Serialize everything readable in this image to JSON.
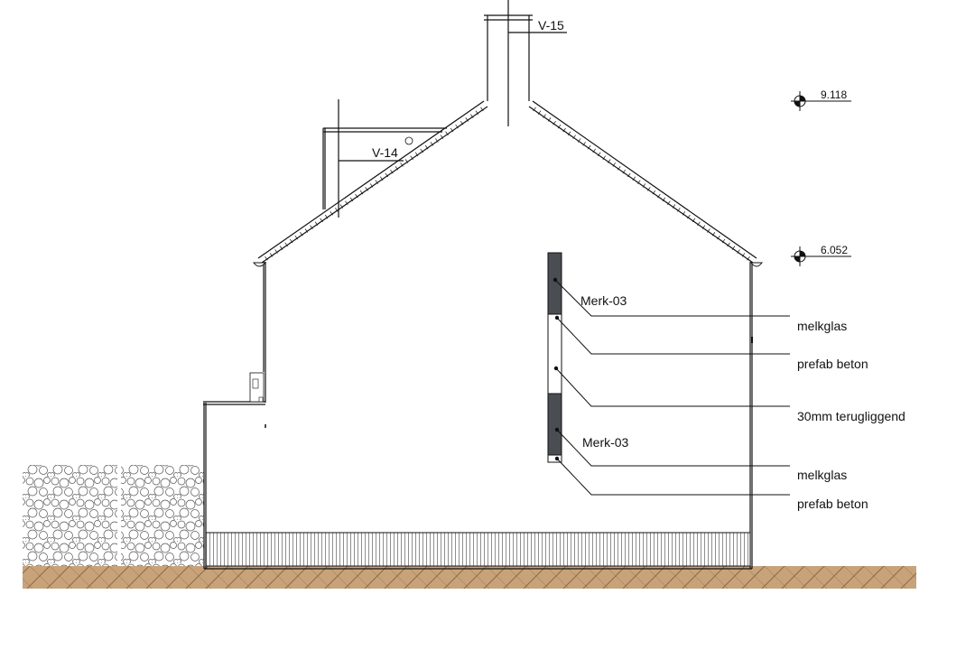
{
  "drawing": {
    "tags": {
      "v15": "V-15",
      "v14": "V-14"
    },
    "levels": {
      "top": "9.118",
      "eave": "6.052"
    },
    "callouts": {
      "merk_upper": "Merk-03",
      "merk_lower": "Merk-03",
      "items": [
        "melkglas",
        "prefab beton",
        "30mm terugliggend",
        "melkglas",
        "prefab beton"
      ]
    },
    "colors": {
      "ground": "#c8a37a",
      "ground_hatch": "#8a6a48",
      "panel_dark": "#4a4d52",
      "line": "#111111"
    }
  }
}
